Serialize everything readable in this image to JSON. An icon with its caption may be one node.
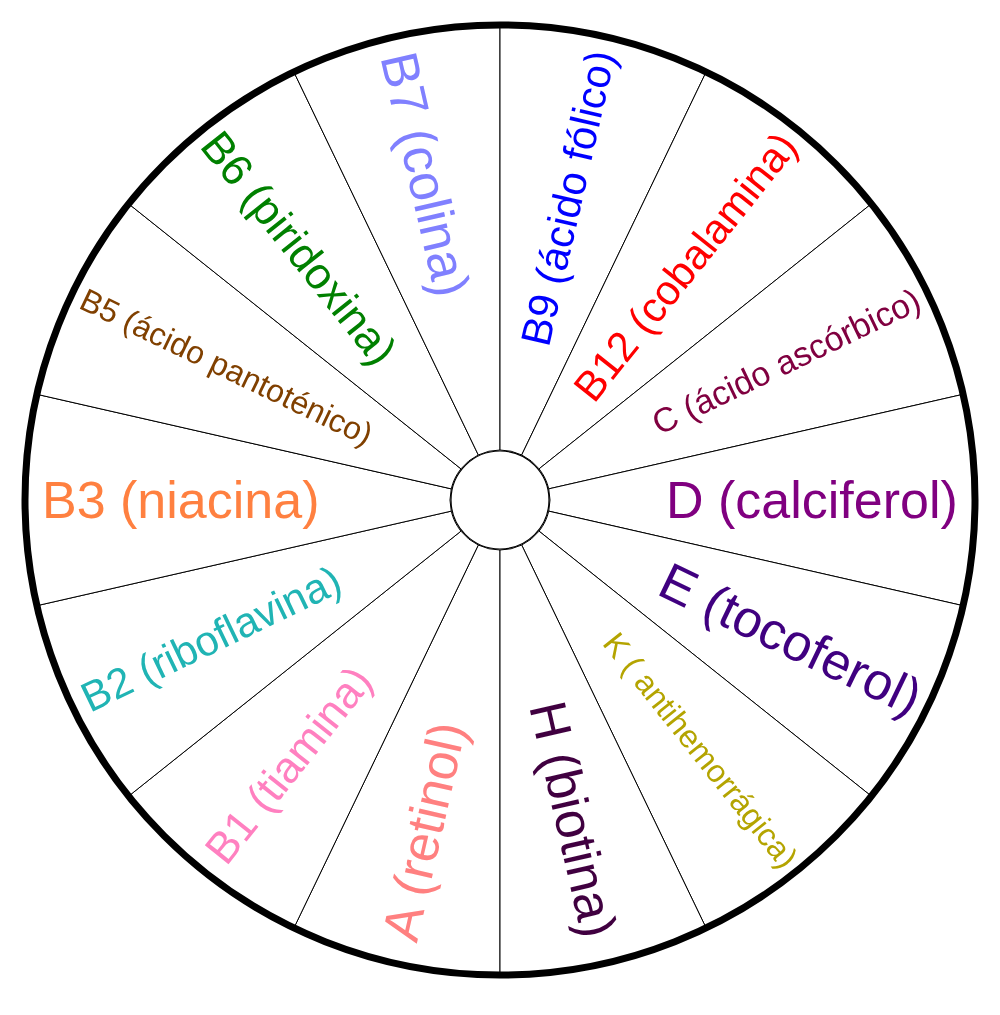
{
  "diagram": {
    "nodes": [
      {
        "text": [
          "A (retinol)"
        ]
      },
      {
        "text": [
          "B1 (tiamina)"
        ]
      },
      {
        "text": [
          "B2 (riboflavina)"
        ]
      },
      {
        "text": [
          "B3 (niacina)"
        ]
      },
      {
        "text": [
          "B5 (ácido pantoténico)"
        ]
      },
      {
        "text": [
          "B6 (piridoxina)"
        ]
      },
      {
        "text": [
          "B7 (colina)"
        ]
      },
      {
        "text": [
          "B9 (ácido fólico)"
        ]
      },
      {
        "text": [
          "B12 (cobalamina)"
        ]
      },
      {
        "text": [
          "C (ácido ascórbico)"
        ]
      },
      {
        "text": [
          "D (calciferol)"
        ]
      },
      {
        "text": [
          "E (tocoferol)"
        ]
      },
      {
        "text": [
          "K ( antihemorrágica)"
        ]
      },
      {
        "text": [
          "H (biotina)"
        ]
      },
      {
        "text": [],
        "shape": "circle"
      }
    ]
  }
}
